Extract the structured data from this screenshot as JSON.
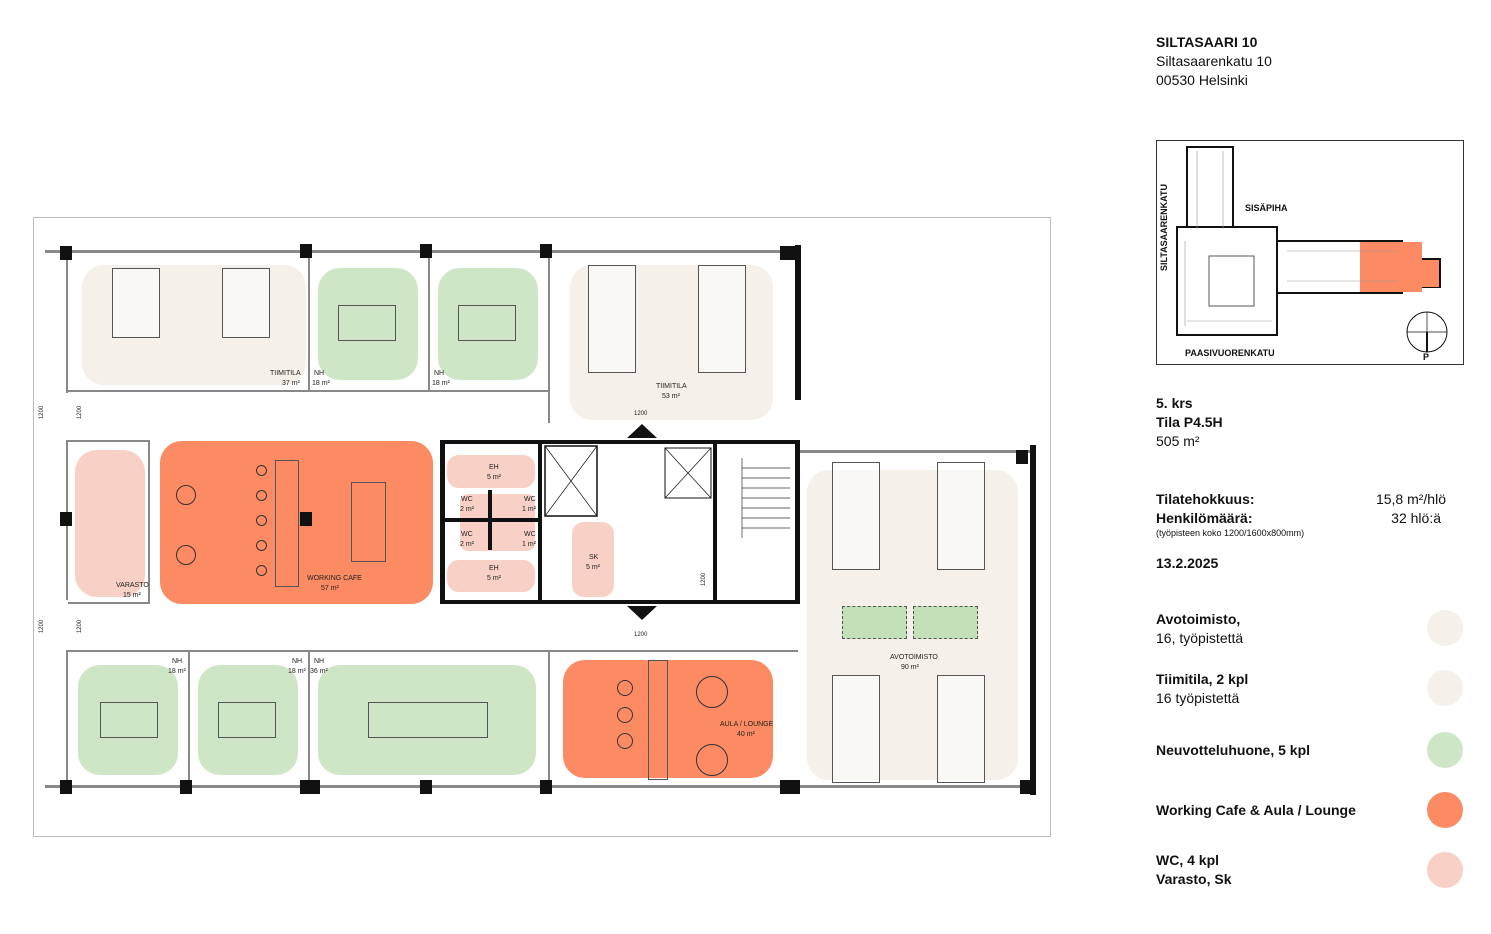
{
  "header": {
    "building": "SILTASAARI 10",
    "street": "Siltasaarenkatu 10",
    "city": "00530 Helsinki"
  },
  "keymap": {
    "street_west": "SILTASAARENKATU",
    "courtyard": "SISÄPIHA",
    "street_south": "PAASIVUORENKATU",
    "north": "P"
  },
  "floor": {
    "level": "5. krs",
    "space": "Tila P4.5H",
    "area": "505 m²"
  },
  "stats": {
    "efficiency_label": "Tilatehokkuus:",
    "efficiency_value": "15,8 m²/hlö",
    "people_label": "Henkilömäärä:",
    "people_value": "32 hlö:ä",
    "note": "(työpisteen koko 1200/1600x800mm)",
    "date": "13.2.2025"
  },
  "legend": [
    {
      "line1": "Avotoimisto,",
      "line2": "16, työpistettä",
      "color": "#f5f0ea"
    },
    {
      "line1": "Tiimitila, 2 kpl",
      "line2": "16 työpistettä",
      "color": "#f5f0ea"
    },
    {
      "line1": "Neuvotteluhuone, 5 kpl",
      "line2": "",
      "color": "#cfe6c6"
    },
    {
      "line1": "Working Cafe & Aula / Lounge",
      "line2": "",
      "color": "#fc8a62"
    },
    {
      "line1": "WC, 4 kpl",
      "line2": "Varasto, Sk",
      "color": "#f9d0c5"
    }
  ],
  "rooms": {
    "tiimitila1": {
      "name": "TIIMITILA",
      "area": "37 m²"
    },
    "nh1": {
      "name": "NH",
      "area": "18 m²"
    },
    "nh2": {
      "name": "NH",
      "area": "18 m²"
    },
    "tiimitila2": {
      "name": "TIIMITILA",
      "area": "53 m²"
    },
    "varasto": {
      "name": "VARASTO",
      "area": "15 m²"
    },
    "cafe": {
      "name": "WORKING CAFE",
      "area": "57 m²"
    },
    "eh1": {
      "name": "EH",
      "area": "5 m²"
    },
    "wc1": {
      "name": "WC",
      "area": "2 m²"
    },
    "wc2": {
      "name": "WC",
      "area": "1 m²"
    },
    "wc3": {
      "name": "WC",
      "area": "2 m²"
    },
    "wc4": {
      "name": "WC",
      "area": "1 m²"
    },
    "eh2": {
      "name": "EH",
      "area": "5 m²"
    },
    "sk": {
      "name": "SK",
      "area": "5 m²"
    },
    "nh3": {
      "name": "NH",
      "area": "18 m²"
    },
    "nh4": {
      "name": "NH",
      "area": "18 m²"
    },
    "nh5": {
      "name": "NH",
      "area": "36 m²"
    },
    "aula": {
      "name": "AULA / LOUNGE",
      "area": "40 m²"
    },
    "avotoimisto": {
      "name": "AVOTOIMISTO",
      "area": "90 m²"
    }
  },
  "dims": {
    "d1": "1200",
    "d2": "1200",
    "d3": "1200",
    "d4": "1200",
    "d5": "1200",
    "d6": "1200",
    "d7": "1200"
  }
}
